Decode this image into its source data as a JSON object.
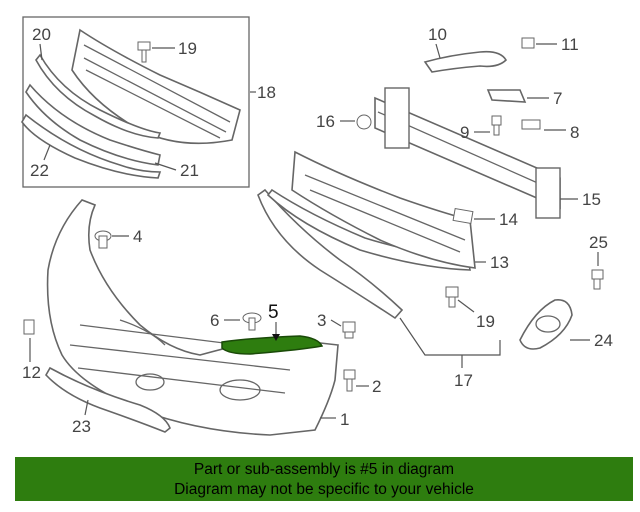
{
  "callouts": {
    "c1": "1",
    "c2": "2",
    "c3": "3",
    "c4": "4",
    "c5": "5",
    "c6": "6",
    "c7": "7",
    "c8": "8",
    "c9": "9",
    "c10": "10",
    "c11": "11",
    "c12": "12",
    "c13": "13",
    "c14": "14",
    "c15": "15",
    "c16": "16",
    "c17": "17",
    "c18": "18",
    "c19a": "19",
    "c19b": "19",
    "c20": "20",
    "c21": "21",
    "c22": "22",
    "c23": "23",
    "c24": "24",
    "c25": "25"
  },
  "highlight": {
    "part": "5",
    "color": "#2e7d0f"
  },
  "banner": {
    "line1": "Part or sub-assembly is #5 in diagram",
    "line2": "Diagram may not be specific to your vehicle",
    "color": "#2e7d0f"
  }
}
